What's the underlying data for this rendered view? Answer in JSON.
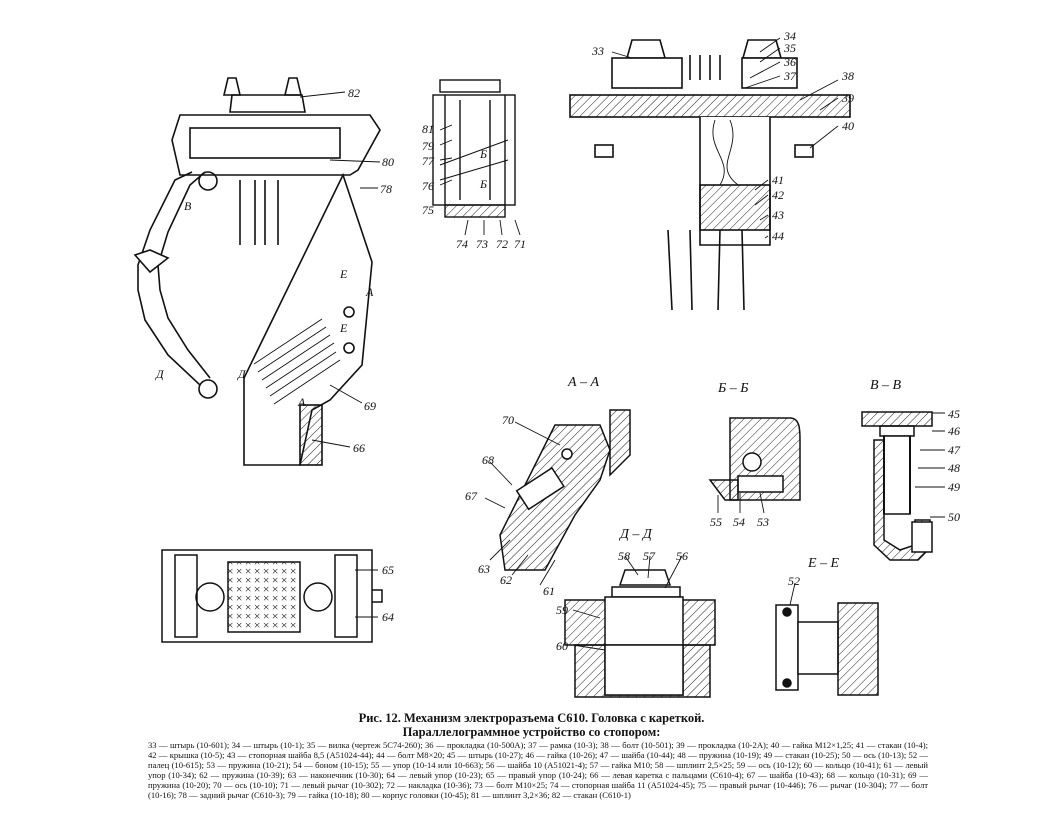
{
  "caption": {
    "title": "Рис. 12. Механизм электроразъема С610. Головка с кареткой.",
    "subtitle": "Параллелограммное устройство со стопором:"
  },
  "legend_text": "33 — штырь (10-601); 34 — штырь (10-1); 35 — вилка (чертеж 5С74-260); 36 — прокладка (10-500А); 37 — рамка (10-3); 38 — болт (10-501); 39 — прокладка (10-2А); 40 — гайка М12×1,25; 41 — стакан (10-4); 42 — крышка (10-5); 43 — стопорная шайба 8,5 (А51024-44); 44 — болт М8×20; 45 — штырь (10-27); 46 — гайка (10-26); 47 — шайба (10-44); 48 — пружина (10-19); 49 — стакан (10-25); 50 — ось (10-13); 52 — палец (10-615); 53 — пружина (10-21); 54 — боном (10-15); 55 — упор (10-14 или 10-663); 56 — шайба 10 (А51021-4); 57 — гайка М10; 58 — шплинт 2,5×25; 59 — ось (10-12); 60 — кольцо (10-41); 61 — левый упор (10-34); 62 — пружина (10-39); 63 — наконечник (10-30); 64 — левый упор (10-23); 65 — правый упор (10-24); 66 — левая каретка с пальцами (С610-4); 67 — шайба (10-43); 68 — кольцо (10-31); 69 — пружина (10-20); 70 — ось (10-10); 71 — левый рычаг (10-302); 72 — накладка (10-36); 73 — болт М10×25; 74 — стопорная шайба 11 (А51024-45); 75 — правый рычаг (10-446); 76 — рычаг (10-304); 77 — болт (10-16); 78 — задний рычаг (С610-3); 79 — гайка (10-18); 80 — корпус головки (10-45); 81 — шплинт 3,2×36; 82 — стакан (С610-1)",
  "labels": {
    "n82": "82",
    "n80": "80",
    "n78": "78",
    "n69": "69",
    "n66": "66",
    "n81": "81",
    "n79": "79",
    "n77": "77",
    "n76": "76",
    "n75": "75",
    "n74": "74",
    "n73": "73",
    "n72": "72",
    "n71": "71",
    "n33": "33",
    "n34": "34",
    "n35": "35",
    "n36": "36",
    "n37": "37",
    "n38": "38",
    "n39": "39",
    "n40": "40",
    "n41": "41",
    "n42": "42",
    "n43": "43",
    "n44": "44",
    "n65": "65",
    "n64": "64",
    "n70": "70",
    "n68": "68",
    "n67": "67",
    "n63": "63",
    "n62": "62",
    "n61": "61",
    "n55": "55",
    "n54": "54",
    "n53": "53",
    "n45": "45",
    "n46": "46",
    "n47": "47",
    "n48": "48",
    "n49": "49",
    "n50": "50",
    "n58": "58",
    "n57": "57",
    "n56": "56",
    "n59": "59",
    "n60": "60",
    "n52": "52",
    "markB": "В",
    "markA1": "А",
    "markA2": "А",
    "markE1": "Е",
    "markE2": "Е",
    "markD1": "Д",
    "markD2": "Д",
    "markB1": "Б",
    "markB2": "Б"
  },
  "sections": {
    "aa": "А – А",
    "bb": "Б – Б",
    "vv": "В – В",
    "dd": "Д – Д",
    "ee": "Е – Е"
  }
}
